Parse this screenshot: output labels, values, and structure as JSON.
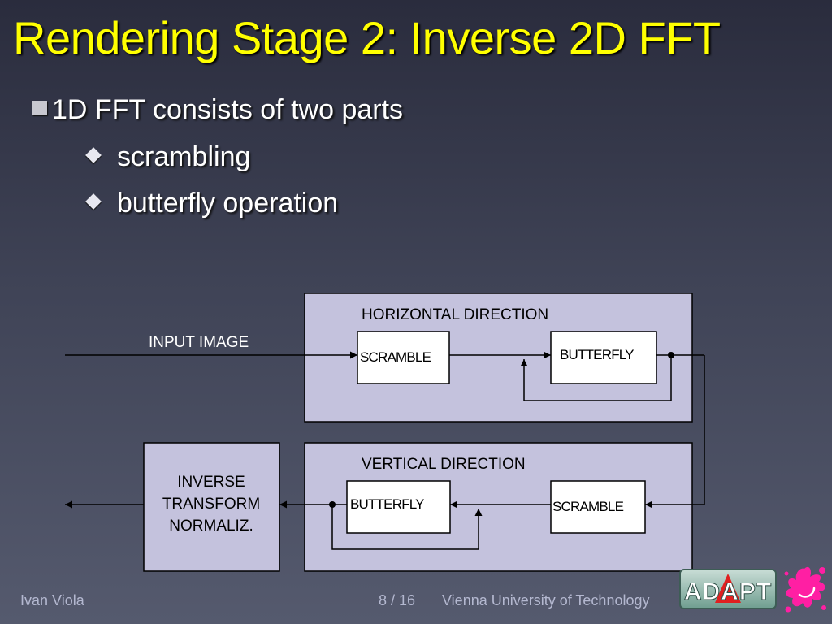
{
  "slide": {
    "title": "Rendering Stage 2: Inverse 2D FFT",
    "bullets": {
      "main": "1D FFT consists of two parts",
      "sub": [
        "scrambling",
        "butterfly operation"
      ]
    }
  },
  "diagram": {
    "horizontal_label": "HORIZONTAL DIRECTION",
    "vertical_label": "VERTICAL DIRECTION",
    "input_label": "INPUT IMAGE",
    "h_scramble": "SCRAMBLE",
    "h_butterfly": "BUTTERFLY",
    "v_butterfly": "BUTTERFLY",
    "v_scramble": "SCRAMBLE",
    "inverse_lines": [
      "INVERSE",
      "TRANSFORM",
      "NORMALIZ."
    ]
  },
  "footer": {
    "author": "Ivan Viola",
    "page": "8 / 16",
    "institution": "Vienna University of Technology"
  },
  "logos": {
    "adapt_text": "ADAPT"
  },
  "colors": {
    "title": "#ffff00",
    "panel_fill": "#c4c2dd",
    "box_fill": "#ffffff",
    "footer_text": "#b4b8d0",
    "splat": "#ff1fa3"
  }
}
